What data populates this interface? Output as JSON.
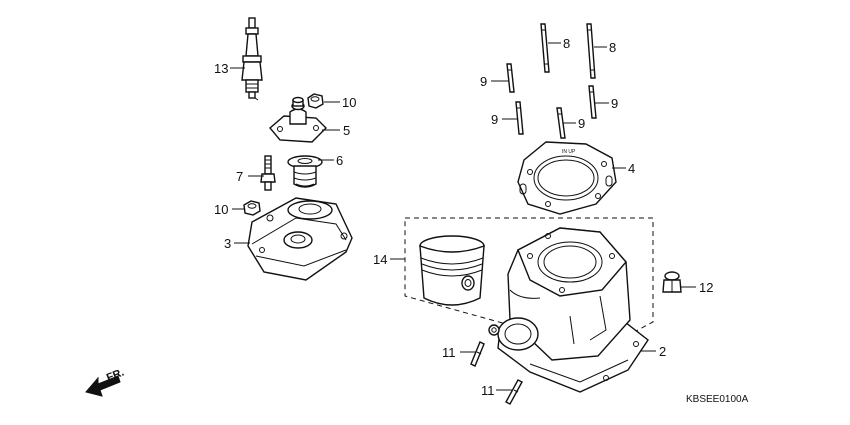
{
  "callouts": [
    {
      "id": "spark-plug",
      "number": "13"
    },
    {
      "id": "nut-upper",
      "number": "10"
    },
    {
      "id": "thermostat-cover",
      "number": "5"
    },
    {
      "id": "thermostat",
      "number": "6"
    },
    {
      "id": "bolt",
      "number": "7"
    },
    {
      "id": "nut-lower",
      "number": "10"
    },
    {
      "id": "cylinder-head",
      "number": "3"
    },
    {
      "id": "piston",
      "number": "14"
    },
    {
      "id": "stud-bolt-long-left",
      "number": "8"
    },
    {
      "id": "stud-bolt-long-right",
      "number": "8"
    },
    {
      "id": "stud-bolt-short-a",
      "number": "9"
    },
    {
      "id": "stud-bolt-short-b",
      "number": "9"
    },
    {
      "id": "stud-bolt-short-c",
      "number": "9"
    },
    {
      "id": "stud-bolt-short-d",
      "number": "9"
    },
    {
      "id": "head-gasket",
      "number": "4"
    },
    {
      "id": "cap-nut",
      "number": "12"
    },
    {
      "id": "cylinder-block",
      "number": "2"
    },
    {
      "id": "stud-bolt-base-a",
      "number": "11"
    },
    {
      "id": "stud-bolt-base-b",
      "number": "11"
    }
  ],
  "front_marker": "FR.",
  "diagram_code": "KBSEE0100A",
  "gasket_marking": "IN UP"
}
